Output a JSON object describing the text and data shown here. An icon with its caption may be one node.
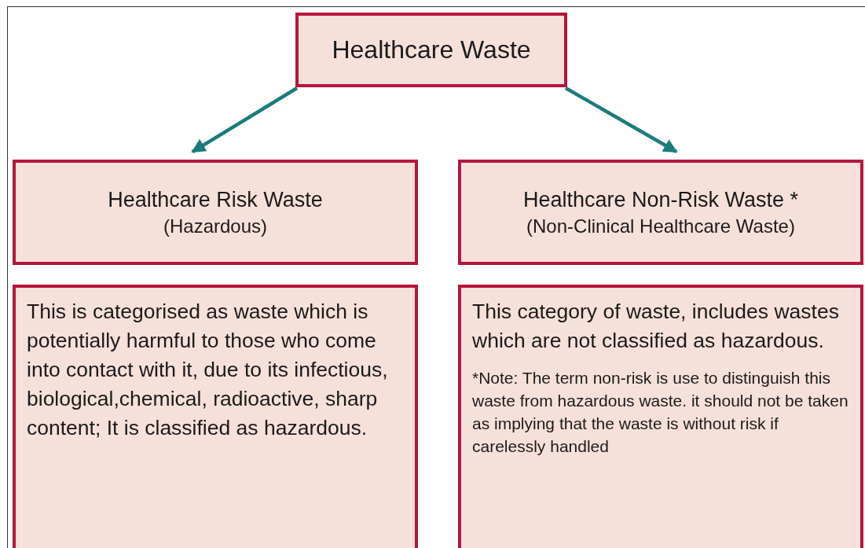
{
  "diagram": {
    "nodes": [
      {
        "text": [
          "Healthcare Waste"
        ]
      },
      {
        "text": [
          "Healthcare Risk Waste",
          "(Hazardous)"
        ]
      },
      {
        "text": [
          "Healthcare Non-Risk Waste *",
          "(Non-Clinical Healthcare Waste)"
        ]
      },
      {
        "text": [
          "This is categorised as waste which is potentially harmful to those who come into contact with it, due to its infectious, biological,chemical, radioactive, sharp content; It is classified as hazardous."
        ]
      },
      {
        "text": [
          "This category of waste, includes wastes which are not classified as hazardous.",
          "*Note: The term non-risk is use to distinguish this waste from hazardous waste. it should not be taken as implying that the waste is without risk if carelessly handled"
        ]
      }
    ],
    "edges": [
      {
        "from": 0,
        "to": 1,
        "arrow": "to"
      },
      {
        "from": 0,
        "to": 2,
        "arrow": "to"
      }
    ]
  }
}
